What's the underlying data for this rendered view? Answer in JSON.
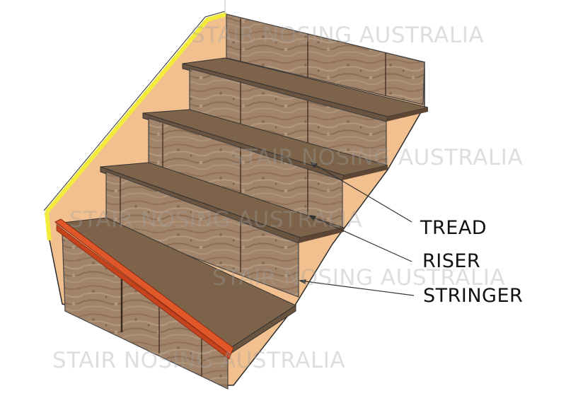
{
  "diagram": {
    "subject": "Staircase anatomy",
    "labels": [
      {
        "id": "tread",
        "text": "TREAD"
      },
      {
        "id": "riser",
        "text": "RISER"
      },
      {
        "id": "stringer",
        "text": "STRINGER"
      }
    ],
    "watermarks": [
      "STAIR NOSING AUSTRALIA",
      "STAIR NOSING AUSTRALIA",
      "STAIR NOSING AUSTRALIA",
      "STAIR NOSING AUSTRALIA",
      "STAIR NOSING AUSTRALIA"
    ],
    "colors": {
      "stringer": "#F2BF8E",
      "stringer_edge": "#F3EC3A",
      "tread_top": "#7C6349",
      "tread_edge": "#6A5440",
      "riser_wood": "#9C7E62",
      "riser_dark": "#5E4634",
      "nosing": "#E0582A",
      "label_text": "#111111"
    },
    "step_count": 4
  }
}
